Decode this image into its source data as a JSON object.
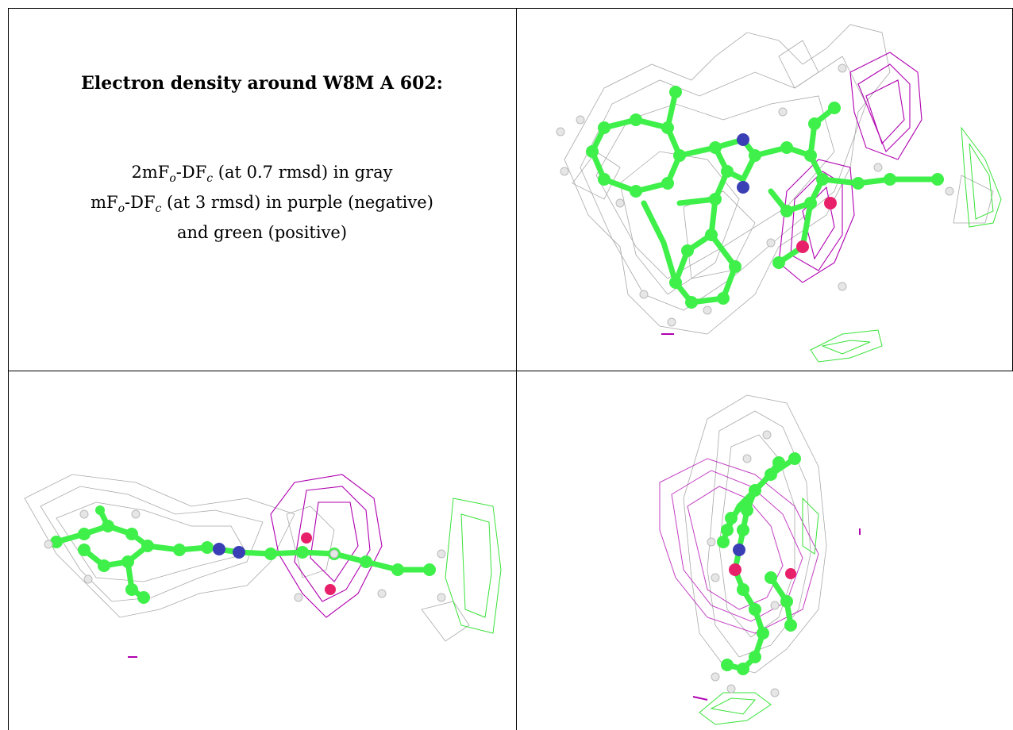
{
  "caption": {
    "title": "Electron density around W8M A 602:",
    "line1": {
      "prefix": "2mF",
      "sub1": "o",
      "mid": "-DF",
      "sub2": "c",
      "suffix": " (at 0.7 rmsd) in gray"
    },
    "line2": {
      "prefix": "mF",
      "sub1": "o",
      "mid": "-DF",
      "sub2": "c",
      "suffix": " (at 3 rmsd) in purple (negative)"
    },
    "line3": "and green (positive)"
  },
  "colors": {
    "carbon": "#3ff04a",
    "nitrogen": "#3b3fb5",
    "oxygen": "#e8206a",
    "hydrogen": "#e6e6e6",
    "mesh_2fofc": "#9a9a9a",
    "mesh_negative": "#b000b0",
    "mesh_positive": "#39e239"
  },
  "panels": [
    {
      "view": "top-right"
    },
    {
      "view": "bottom-left"
    },
    {
      "view": "bottom-right"
    }
  ]
}
